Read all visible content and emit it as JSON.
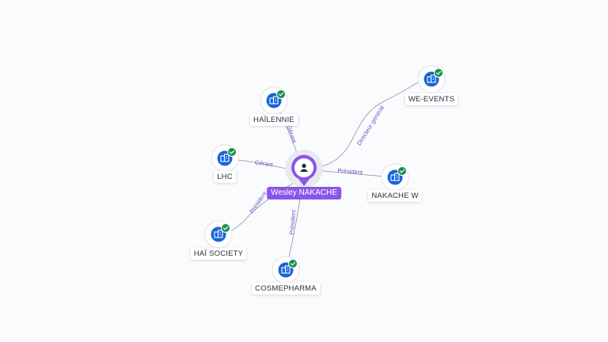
{
  "colors": {
    "person": "#8a56e8",
    "company": "#1664d9",
    "verified": "#1a8f4a",
    "edge": "#8a8fa0",
    "edge_label": "#6b56c9"
  },
  "center": {
    "name": "Wesley NAKACHE",
    "icon": "person-icon"
  },
  "companies": [
    {
      "id": "we-events",
      "name": "WE-EVENTS",
      "role": "Directeur général",
      "icon": "building-icon",
      "verified": true
    },
    {
      "id": "hailennie",
      "name": "HAÏLENNIE",
      "role": "Gérant",
      "icon": "building-icon",
      "verified": true
    },
    {
      "id": "lhc",
      "name": "LHC",
      "role": "Gérant",
      "icon": "building-icon",
      "verified": true
    },
    {
      "id": "nakache-w",
      "name": "NAKACHE W",
      "role": "Président",
      "icon": "building-icon",
      "verified": true
    },
    {
      "id": "hai-society",
      "name": "HAÏ SOCIETY",
      "role": "Président",
      "icon": "building-icon",
      "verified": true
    },
    {
      "id": "cosmepharma",
      "name": "COSMEPHARMA",
      "role": "Président",
      "icon": "building-icon",
      "verified": true
    }
  ]
}
